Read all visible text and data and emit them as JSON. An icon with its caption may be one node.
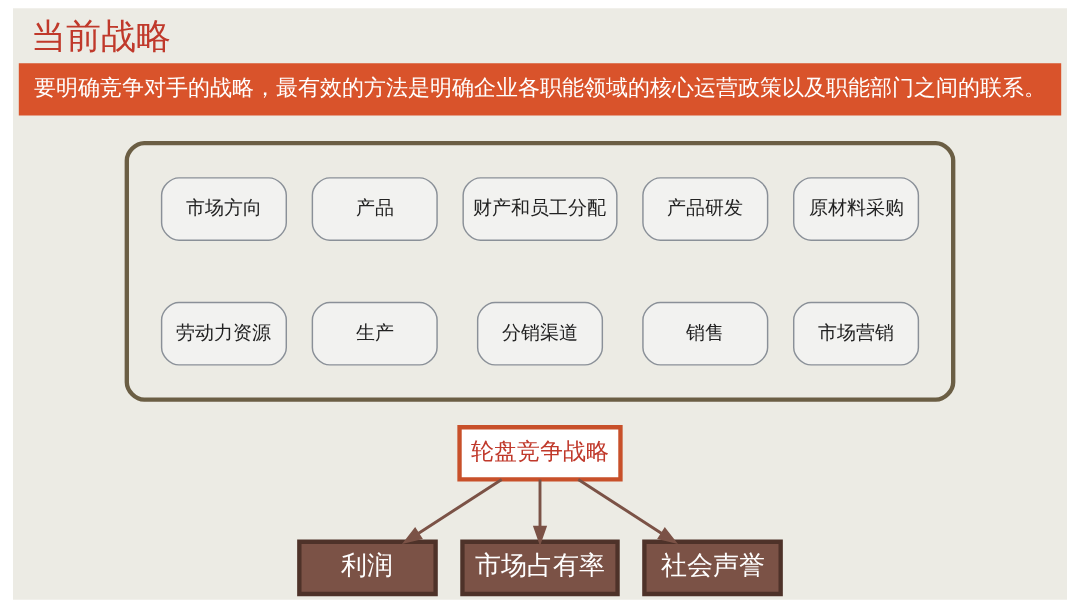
{
  "diagram": {
    "title": "当前战略",
    "nodes": [
      {
        "text": [],
        "shape": "ellipse"
      },
      {
        "text": [
          "市场方向"
        ],
        "in": 0
      },
      {
        "text": [
          "产品"
        ],
        "in": 0
      },
      {
        "text": [
          "财产和员工分配"
        ],
        "in": 0
      },
      {
        "text": [
          "产品研发"
        ],
        "in": 0
      },
      {
        "text": [
          "原材料采购"
        ],
        "in": 0
      },
      {
        "text": [
          "劳动力资源"
        ],
        "in": 0
      },
      {
        "text": [
          "生产"
        ],
        "in": 0
      },
      {
        "text": [
          "分销渠道"
        ],
        "in": 0
      },
      {
        "text": [
          "销售"
        ],
        "in": 0
      },
      {
        "text": [
          "市场营销"
        ],
        "in": 0
      },
      {
        "text": [
          "轮盘竞争战略"
        ]
      },
      {
        "text": [
          "利润"
        ]
      },
      {
        "text": [
          "市场占有率"
        ]
      },
      {
        "text": [
          "社会声誉"
        ]
      }
    ],
    "edges": [
      {
        "from": 11,
        "to": 12,
        "arrow": "to"
      },
      {
        "from": 11,
        "to": 13,
        "arrow": "to"
      },
      {
        "from": 11,
        "to": 14,
        "arrow": "to"
      }
    ],
    "labels": [
      "要明确竞争对手的战略，最有效的方法是明确企业各职能领域的核心运营政策以及职能部门之间的联系。"
    ]
  }
}
